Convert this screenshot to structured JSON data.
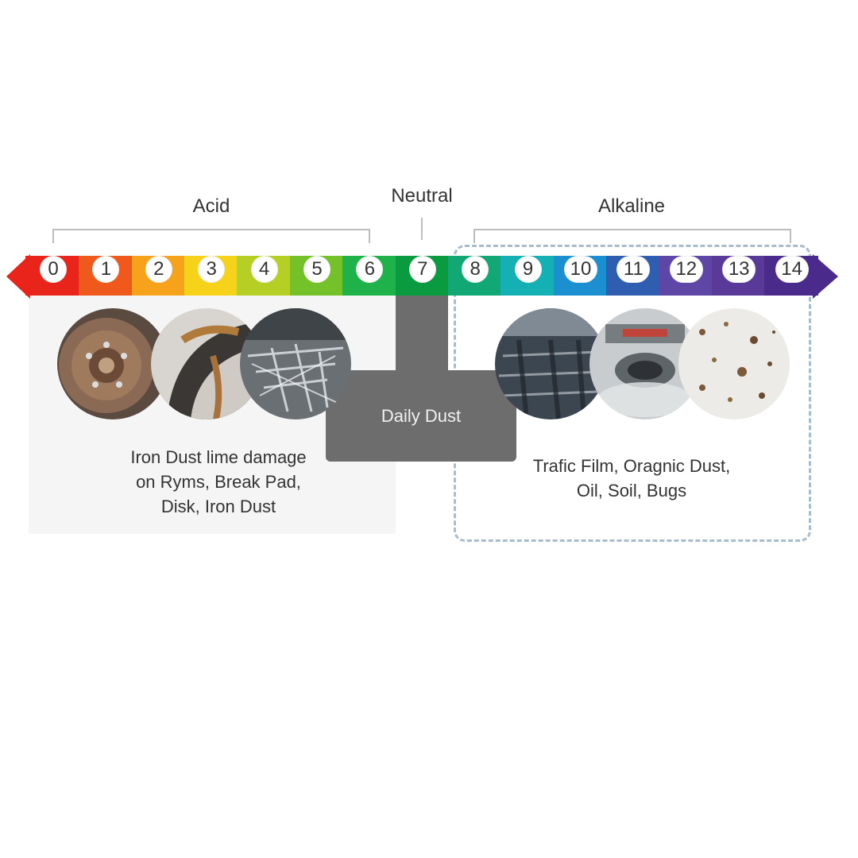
{
  "labels": {
    "acid": "Acid",
    "neutral": "Neutral",
    "alkaline": "Alkaline"
  },
  "scale": {
    "values": [
      "0",
      "1",
      "2",
      "3",
      "4",
      "5",
      "6",
      "7",
      "8",
      "9",
      "10",
      "11",
      "12",
      "13",
      "14"
    ],
    "colors": [
      "#e8241b",
      "#ef5a1c",
      "#f6a21a",
      "#f6d21a",
      "#b6cf24",
      "#74c12a",
      "#1fb24a",
      "#0a9a40",
      "#12a876",
      "#14b0b3",
      "#1b8fcf",
      "#2f5eb0",
      "#5e46a6",
      "#5a3a98",
      "#4a2a8a"
    ]
  },
  "acid": {
    "caption_lines": [
      "Iron Dust lime damage",
      "on Ryms, Break Pad,",
      "Disk, Iron Dust"
    ],
    "photos": [
      "brake-disc-photo",
      "rusty-wheel-photo",
      "scratched-glass-photo"
    ]
  },
  "neutral": {
    "box_label": "Daily Dust"
  },
  "alkaline": {
    "caption_lines": [
      "Trafic Film, Oragnic Dust,",
      "Oil, Soil, Bugs"
    ],
    "photos": [
      "grime-panel-photo",
      "exhaust-photo",
      "bug-splatter-photo"
    ]
  }
}
